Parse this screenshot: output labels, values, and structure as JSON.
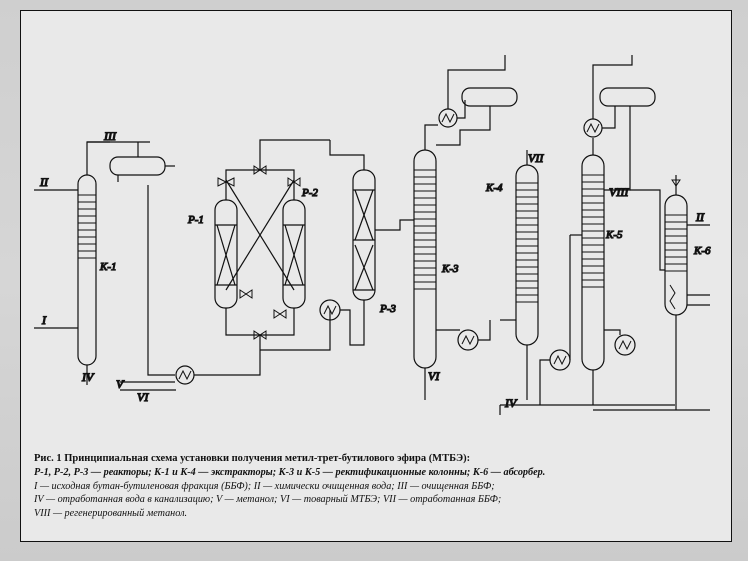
{
  "figure": {
    "labels": {
      "K1": "K-1",
      "K3": "K-3",
      "K4": "K-4",
      "K5": "K-5",
      "K6": "K-6",
      "P1": "P-1",
      "P2": "P-2",
      "P3": "P-3",
      "s_I": "I",
      "s_II_left": "II",
      "s_II_right": "II",
      "s_III": "III",
      "s_IV_left": "IV",
      "s_IV_bottom": "IV",
      "s_V": "V",
      "s_VI_left": "VI",
      "s_VI_mid": "VI",
      "s_VII": "VII",
      "s_VIII": "VIII"
    },
    "caption": {
      "title": "Рис. 1 Принципиальная схема установки получения метил-трет-бутилового эфира (МТБЭ):",
      "line1": "Р-1, Р-2, Р-3 — реакторы; К-1 и К-4 — экстракторы; К-3 и К-5 — ректификационные колонны; К-6 — абсорбер.",
      "line2": "I — исходная бутан-бутиленовая фракция (ББФ); II — химически очищенная вода; III — очищенная ББФ;",
      "line3": "IV — отработанная вода в канализацию; V — метанол; VI — товарный МТБЭ; VII — отработанная ББФ;",
      "line4": "VIII — регенерированный метанол."
    }
  }
}
